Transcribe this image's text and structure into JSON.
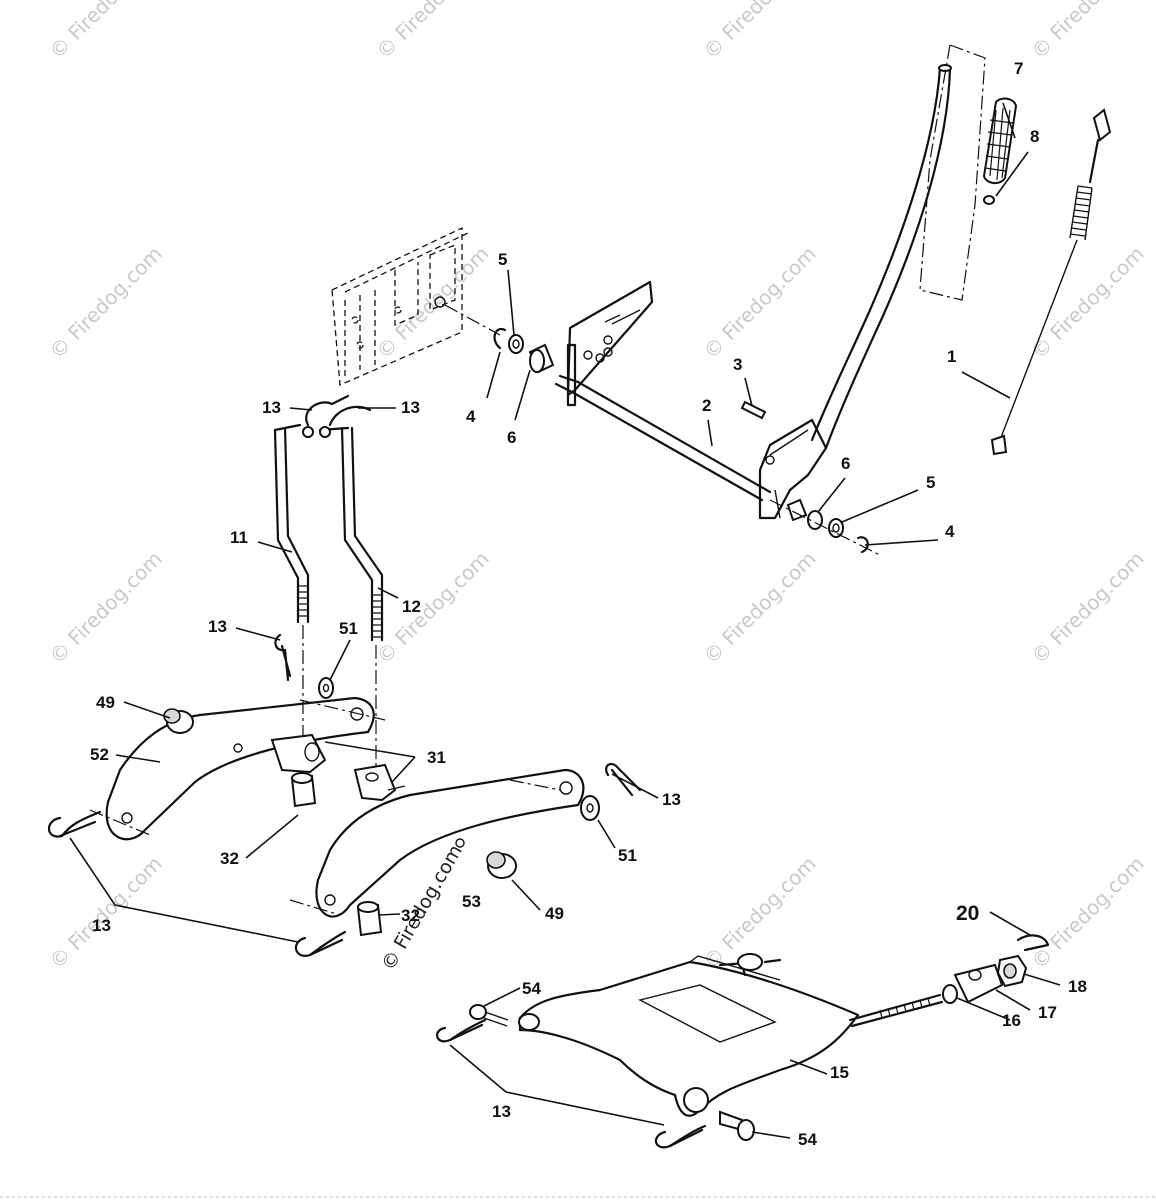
{
  "watermark": "© Firedog.com",
  "center_watermark": "© Firedog.com",
  "callouts": {
    "c1": "1",
    "c2": "2",
    "c3": "3",
    "c4a": "4",
    "c4b": "4",
    "c5a": "5",
    "c5b": "5",
    "c6a": "6",
    "c6b": "6",
    "c7": "7",
    "c8": "8",
    "c11": "11",
    "c12": "12",
    "c13a": "13",
    "c13b": "13",
    "c13c": "13",
    "c13d": "13",
    "c13e": "13",
    "c13f": "13",
    "c15": "15",
    "c16": "16",
    "c17": "17",
    "c18": "18",
    "c20": "20",
    "c31": "31",
    "c32a": "32",
    "c32b": "32",
    "c49a": "49",
    "c49b": "49",
    "c51a": "51",
    "c51b": "51",
    "c52": "52",
    "c53": "53",
    "c54a": "54",
    "c54b": "54"
  }
}
